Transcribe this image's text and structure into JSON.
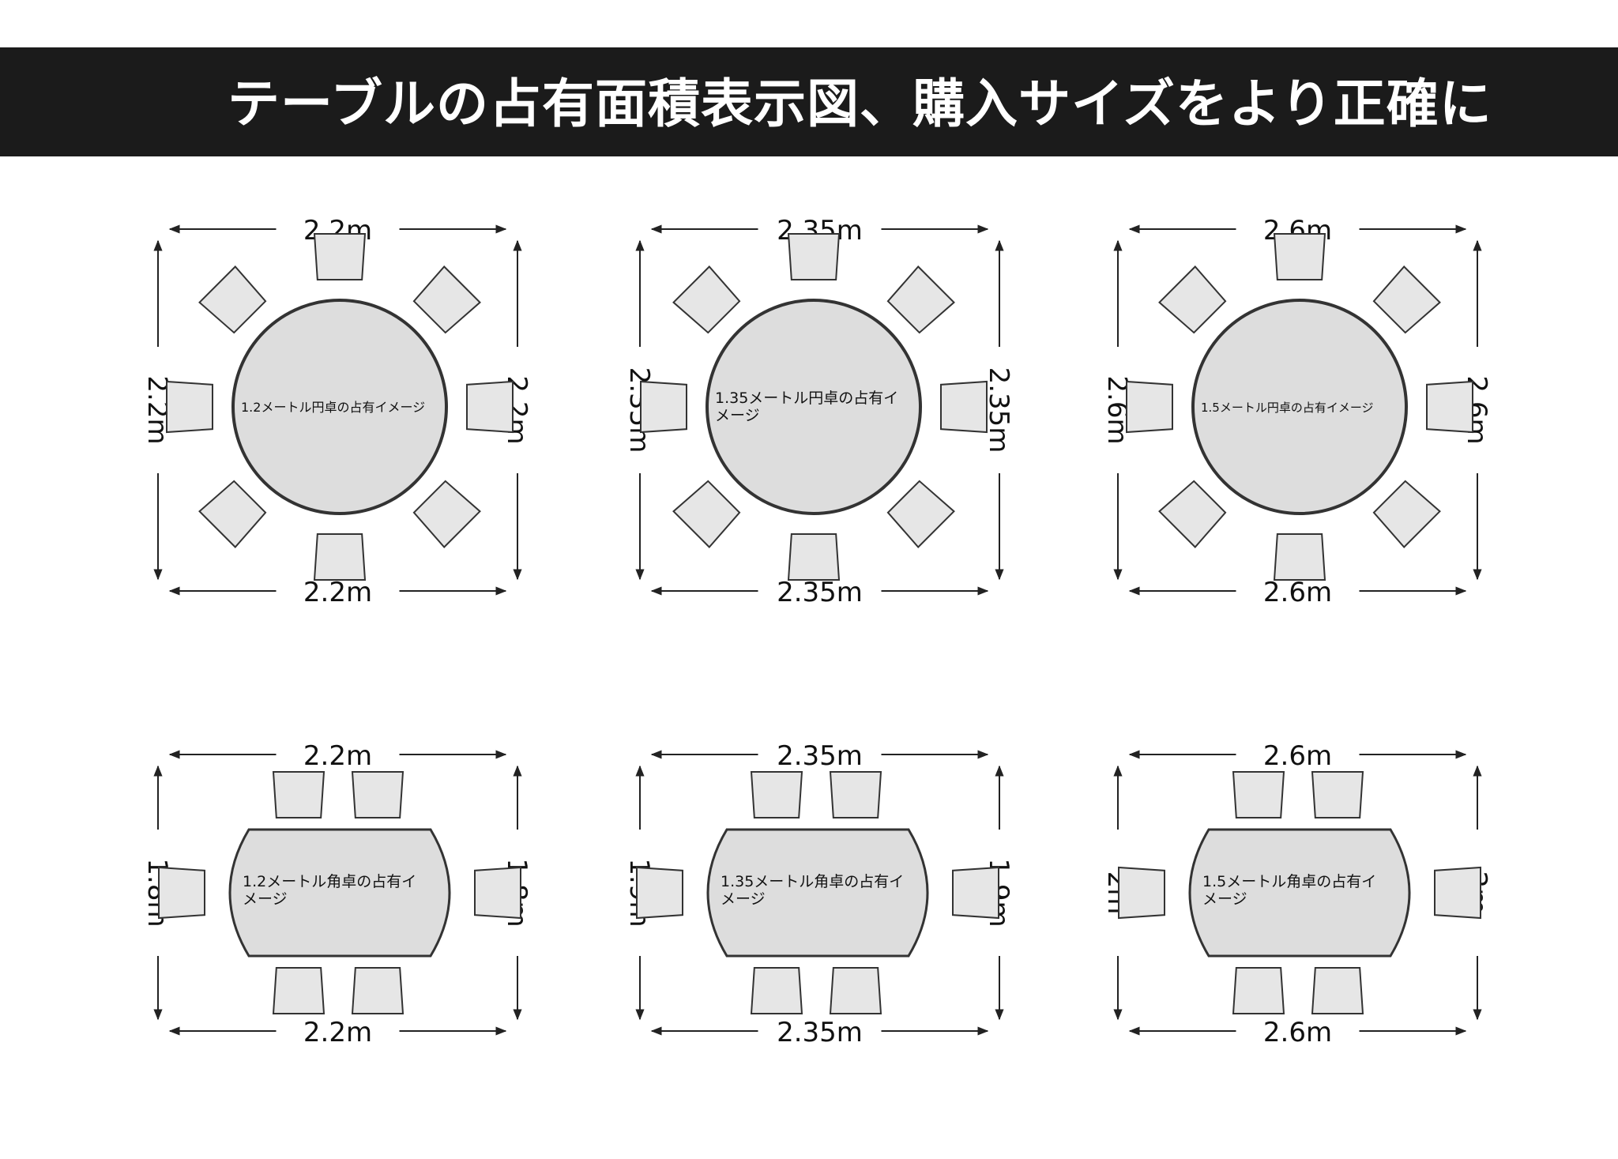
{
  "header": {
    "title": "テーブルの占有面積表示図、購入サイズをより正確に"
  },
  "colors": {
    "banner": "#1b1b1b",
    "title": "#ffffff",
    "table_fill": "#dddddd",
    "chair_fill": "#e6e6e6",
    "stroke": "#333333"
  },
  "diagrams": [
    {
      "shape": "round",
      "seats": 8,
      "width_label": "2.2m",
      "height_label": "2.2m",
      "table_label_lines": [
        "1.2メートル円卓の占有イメージ"
      ]
    },
    {
      "shape": "round",
      "seats": 8,
      "width_label": "2.35m",
      "height_label": "2.35m",
      "table_label_lines": [
        "1.35メートル円卓の占有イ",
        "メージ"
      ]
    },
    {
      "shape": "round",
      "seats": 8,
      "width_label": "2.6m",
      "height_label": "2.6m",
      "table_label_lines": [
        "1.5メートル円卓の占有イメージ"
      ]
    },
    {
      "shape": "rect",
      "seats": 6,
      "width_label": "2.2m",
      "height_label": "1.8m",
      "table_label_lines": [
        "1.2メートル角卓の占有イ",
        "メージ"
      ]
    },
    {
      "shape": "rect",
      "seats": 6,
      "width_label": "2.35m",
      "height_label": "1.9m",
      "table_label_lines": [
        "1.35メートル角卓の占有イ",
        "メージ"
      ]
    },
    {
      "shape": "rect",
      "seats": 6,
      "width_label": "2.6m",
      "height_label": "2m",
      "table_label_lines": [
        "1.5メートル角卓の占有イ",
        "メージ"
      ]
    }
  ]
}
